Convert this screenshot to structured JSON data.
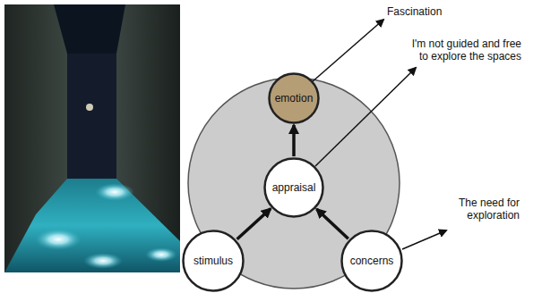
{
  "diagram": {
    "nodes": [
      {
        "text": [
          "emotion"
        ]
      },
      {
        "text": [
          "appraisal"
        ]
      },
      {
        "text": [
          "stimulus"
        ]
      },
      {
        "text": [
          "concerns"
        ]
      }
    ],
    "edges": [
      {
        "from": 2,
        "to": 1,
        "arrow": "to"
      },
      {
        "from": 3,
        "to": 1,
        "arrow": "to"
      },
      {
        "from": 1,
        "to": 0,
        "arrow": "to"
      }
    ],
    "labels": [
      "Fascination",
      "I'm not guided and free to explore the spaces",
      "The need for exploration"
    ]
  }
}
